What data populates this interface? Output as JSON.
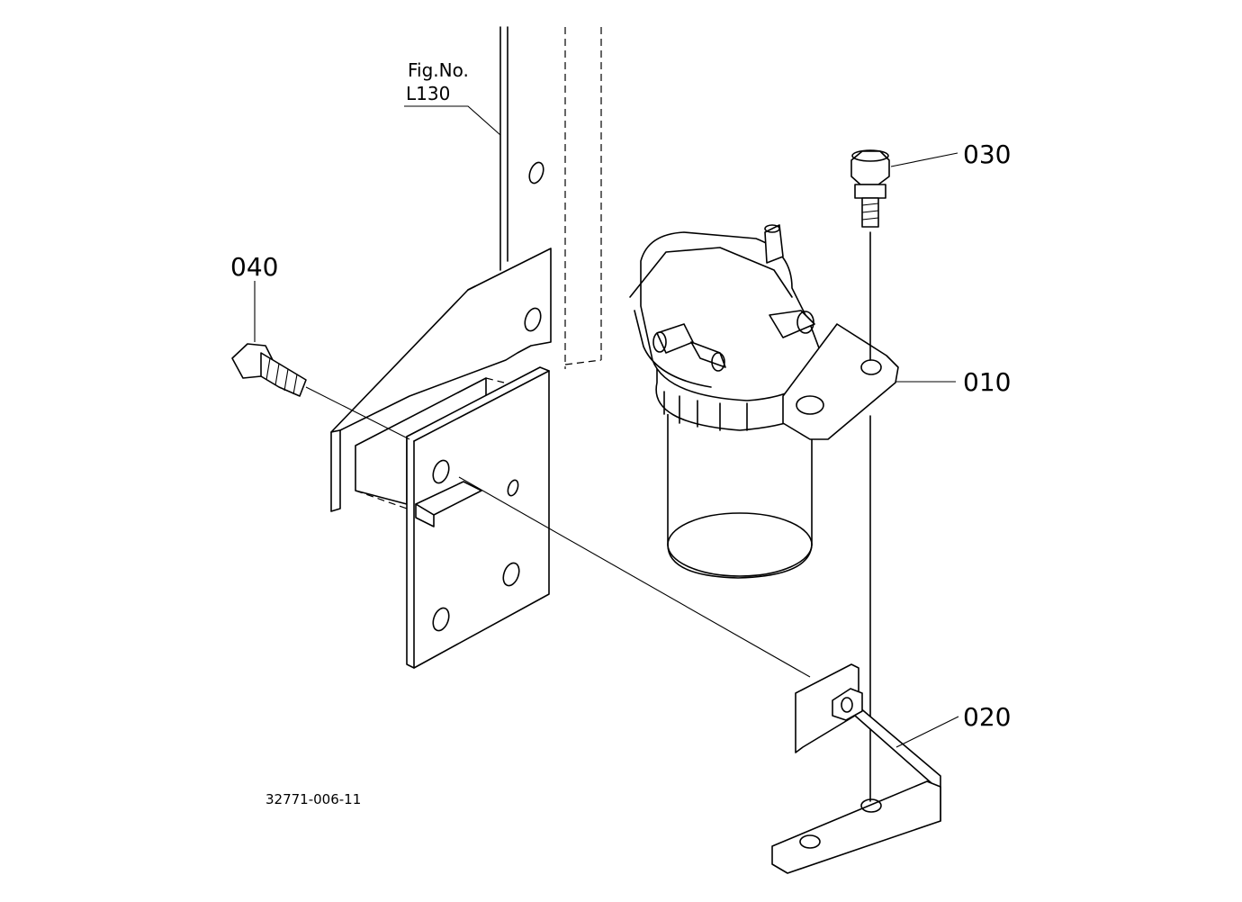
{
  "diagram": {
    "fig_label": "Fig.No.",
    "fig_number": "L130",
    "drawing_code": "32771-006-11",
    "callouts": [
      {
        "id": "010"
      },
      {
        "id": "020"
      },
      {
        "id": "030"
      },
      {
        "id": "040"
      }
    ]
  }
}
